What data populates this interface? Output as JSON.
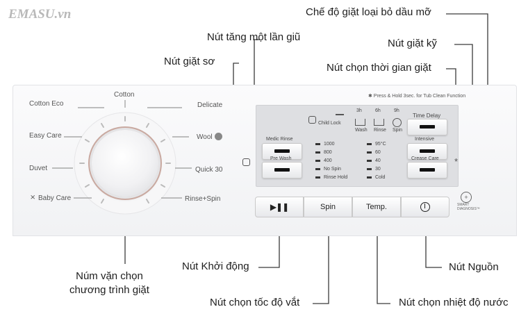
{
  "watermark": "EMASU.vn",
  "callouts": {
    "oil_removal": "Chế độ giặt loại bỏ dầu mỡ",
    "medic_rinse": "Nút tăng một lần giũ",
    "intensive": "Nút giặt kỹ",
    "pre_wash": "Nút giặt sơ",
    "time_delay": "Nút chọn thời gian giặt",
    "dial": "Núm vặn chọn\nchương trình giặt",
    "start": "Nút Khởi động",
    "power": "Nút Nguồn",
    "spin": "Nút chọn tốc độ vắt",
    "temp": "Nút chọn nhiệt độ nước"
  },
  "programs": [
    "Cotton",
    "Cotton Eco",
    "Delicate",
    "Easy Care",
    "Wool",
    "Duvet",
    "Quick 30",
    "Baby Care",
    "Rinse+Spin"
  ],
  "panel": {
    "press_hold_note": "✱ Press & Hold 3sec. for Tub Clean Function",
    "child_lock": "Child Lock",
    "stages": [
      "Wash",
      "Rinse",
      "Spin"
    ],
    "stage_times": [
      "3h",
      "6h",
      "9h"
    ],
    "medic_rinse": "Medic Rinse",
    "pre_wash": "Pre Wash",
    "time_delay": "Time Delay",
    "intensive": "Intensive",
    "crease_care": "Crease Care",
    "spin_options": [
      "1000",
      "800",
      "400",
      "No Spin",
      "Rinse Hold"
    ],
    "temp_options": [
      "95°C",
      "60",
      "40",
      "30",
      "Cold"
    ],
    "spin_btn": "Spin",
    "temp_btn": "Temp.",
    "smart_diagnosis": "SMART\nDIAGNOSIS™",
    "star": "*"
  },
  "colors": {
    "line": "#3a3a3a",
    "panel": "#f5f6f7",
    "lcd": "#dedfe2"
  }
}
